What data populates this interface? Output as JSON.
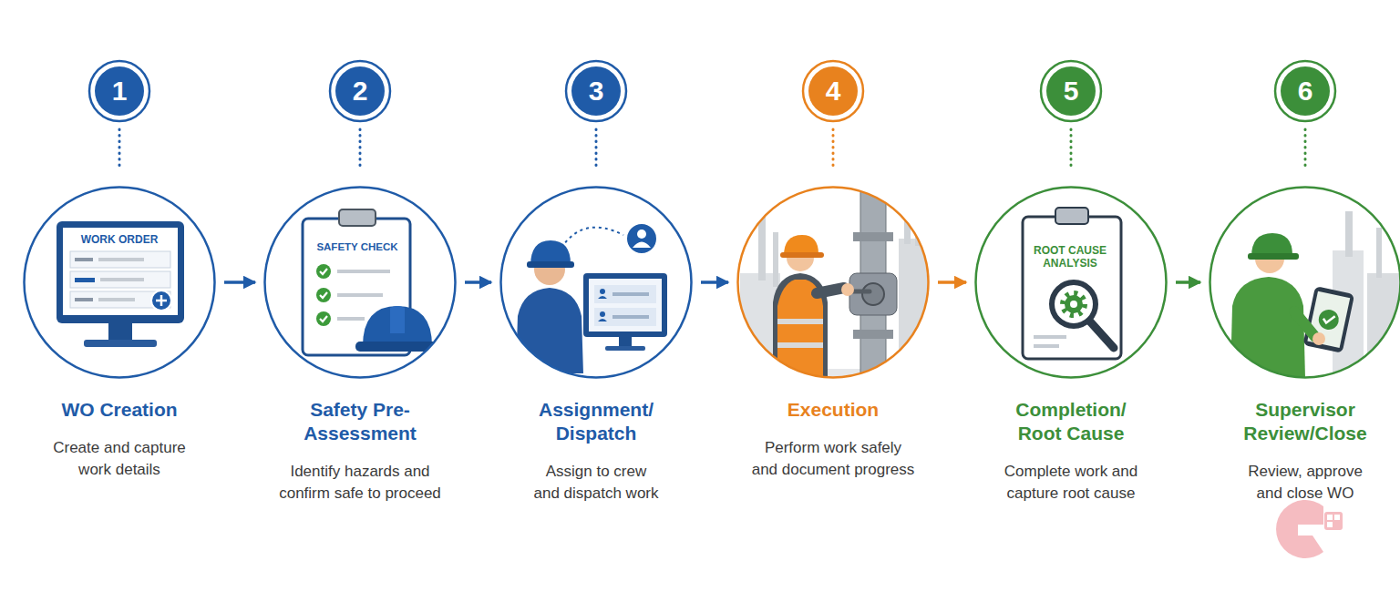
{
  "diagram": {
    "nodes": [
      {
        "text": [
          "1"
        ]
      },
      {
        "text": [
          "WO Creation",
          "Create and capture work details"
        ]
      },
      {
        "text": [
          "2"
        ]
      },
      {
        "text": [
          "Safety Pre-Assessment",
          "Identify hazards and confirm safe to proceed"
        ]
      },
      {
        "text": [
          "3"
        ]
      },
      {
        "text": [
          "Assignment/ Dispatch",
          "Assign to crew and dispatch work"
        ]
      },
      {
        "text": [
          "4"
        ]
      },
      {
        "text": [
          "Execution",
          "Perform work safely and document progress"
        ]
      },
      {
        "text": [
          "5"
        ]
      },
      {
        "text": [
          "Completion/ Root Cause",
          "Complete work and capture root cause"
        ]
      },
      {
        "text": [
          "6"
        ]
      },
      {
        "text": [
          "Supervisor Review/Close",
          "Review, approve and close WO"
        ]
      }
    ],
    "edges": [
      {
        "from": 0,
        "to": 1,
        "arrow": "none"
      },
      {
        "from": 2,
        "to": 3,
        "arrow": "none"
      },
      {
        "from": 4,
        "to": 5,
        "arrow": "none"
      },
      {
        "from": 6,
        "to": 7,
        "arrow": "none"
      },
      {
        "from": 8,
        "to": 9,
        "arrow": "none"
      },
      {
        "from": 10,
        "to": 11,
        "arrow": "none"
      },
      {
        "from": 1,
        "to": 3,
        "arrow": "to"
      },
      {
        "from": 3,
        "to": 5,
        "arrow": "to"
      },
      {
        "from": 5,
        "to": 7,
        "arrow": "to"
      },
      {
        "from": 7,
        "to": 9,
        "arrow": "to"
      },
      {
        "from": 9,
        "to": 11,
        "arrow": "to"
      }
    ],
    "labels": [
      "WORK ORDER",
      "SAFETY CHECK",
      "ROOT CAUSE ANALYSIS"
    ]
  }
}
